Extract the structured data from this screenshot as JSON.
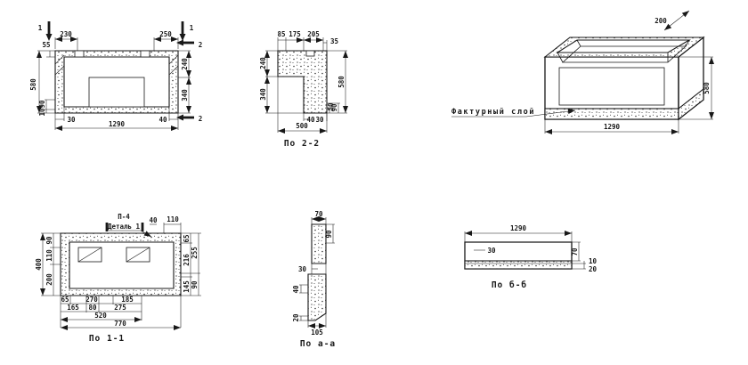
{
  "drawing": {
    "background": "#ffffff",
    "ink": "#181818",
    "views": {
      "elevation": {
        "mark_1_left": "1",
        "mark_1_right": "1",
        "mark_2_top": "2",
        "mark_2_bottom": "2",
        "top_left": "230",
        "top_right": "250",
        "left_small": "55",
        "height": "580",
        "left_90": "90",
        "left_10": "10",
        "bottom_30": "30",
        "length": "1290",
        "bottom_40": "40",
        "right_240": "240",
        "right_340": "340"
      },
      "section22": {
        "title": "По 2-2",
        "w85": "85",
        "w175": "175",
        "w205": "205",
        "w35": "35",
        "h240": "240",
        "h340": "340",
        "h580": "580",
        "h90": "90",
        "b40": "40",
        "b30": "30",
        "b50": "50",
        "width": "500"
      },
      "axon": {
        "callout": "Фактурный слой",
        "depth": "200",
        "length": "1290",
        "height": "580"
      },
      "section11": {
        "title": "По 1-1",
        "detail_mark": "П-4",
        "detail_label": "Деталь 1",
        "top_110": "110",
        "top_40": "40",
        "left_90": "90",
        "left_110": "110",
        "left_200": "200",
        "left_400": "400",
        "right_65": "65",
        "right_216": "216",
        "right_145": "145",
        "right_255": "255",
        "right_90": "90",
        "b1_65": "65",
        "b1_270": "270",
        "b1_185": "185",
        "b2_165": "165",
        "b2_80": "80",
        "b2_275": "275",
        "b3_520": "520",
        "b4_770": "770"
      },
      "sectionAA": {
        "title": "По а-а",
        "t70": "70",
        "r90": "90",
        "m30": "30",
        "l40": "40",
        "l20": "20",
        "b105": "105"
      },
      "sectionBB": {
        "title": "По б-б",
        "length": "1290",
        "i30": "30",
        "r70": "70",
        "r10": "10",
        "r20": "20"
      }
    }
  }
}
